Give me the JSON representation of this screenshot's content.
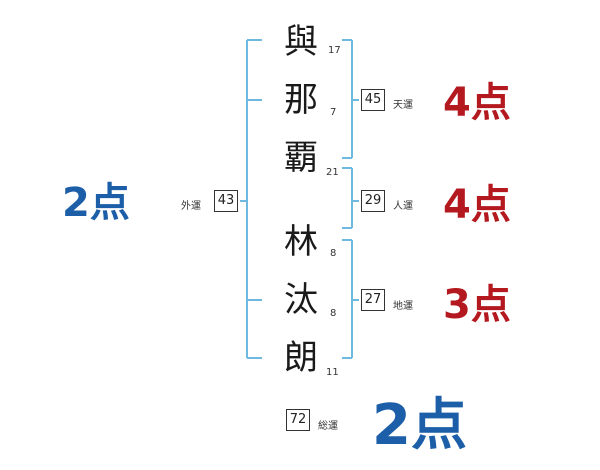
{
  "name_chars": [
    {
      "char": "與",
      "strokes": "17"
    },
    {
      "char": "那",
      "strokes": "7"
    },
    {
      "char": "覇",
      "strokes": "21"
    },
    {
      "char": "林",
      "strokes": "8"
    },
    {
      "char": "汰",
      "strokes": "8"
    },
    {
      "char": "朗",
      "strokes": "11"
    }
  ],
  "gaiun": {
    "label": "外運",
    "value": "43",
    "score": "2点",
    "color": "#1c5fa8"
  },
  "tenun": {
    "label": "天運",
    "value": "45",
    "score": "4点",
    "color": "#b3191e"
  },
  "jinun": {
    "label": "人運",
    "value": "29",
    "score": "4点",
    "color": "#b3191e"
  },
  "chiun": {
    "label": "地運",
    "value": "27",
    "score": "3点",
    "color": "#b3191e"
  },
  "souun": {
    "label": "総運",
    "value": "72",
    "score": "2点",
    "color": "#1c5fa8"
  },
  "bracket_color": "#6fb8e0"
}
